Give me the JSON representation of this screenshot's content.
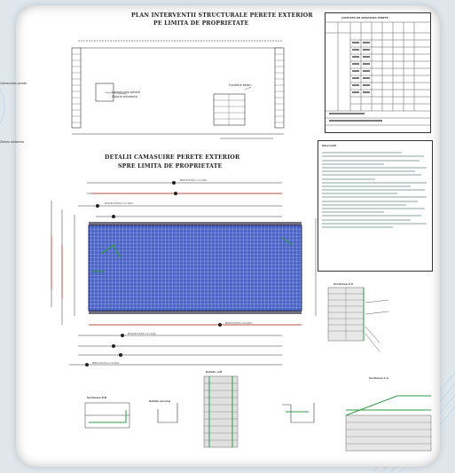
{
  "drawing": {
    "title_1_line1": "PLAN INTERVENTII STRUCTURALE PERETE EXTERIOR",
    "title_1_line2": "PE LIMITA DE PROPRIETATE",
    "title_2_line1": "DETALII CAMASUIRE PERETE EXTERIOR",
    "title_2_line2": "SPRE LIMITA DE PROPRIETATE",
    "table_title": "CANTITATI DE ARMATURA PERETE",
    "notes_title": "Observatii",
    "left_tag_1": "Camasuiala perete",
    "left_tag_2": "Zidarie existenta",
    "plan_label_1": "Camasuiala perete",
    "plan_label_2": "Zidarie existenta",
    "plan_label_3": "Fundatie beton",
    "detail_label_a": "Sectiunea A-A",
    "detail_label_b": "Sectiunea B-B",
    "detail_label_c": "Detaliu ancoraj",
    "detail_label_d": "Detaliu colt",
    "detail_label_e": "Sectiunea C-C",
    "rebar_1": "Ø8/15 PC52 L=1.20m",
    "rebar_2": "Ø10/15 PC52 L=1.20m",
    "rebar_3": "Ø8/15 PC52 L=0.90m",
    "rebar_4": "Ø10/20 PC52 L=1.10m",
    "rebar_5": "Ø8/15 PC52 L=1.30m"
  },
  "colors": {
    "mesh_fill": "#4b63c9",
    "mesh_grid": "#c9d3ff",
    "accent_green": "#2f9a4a",
    "accent_red": "#c0392b",
    "line": "#333333"
  }
}
